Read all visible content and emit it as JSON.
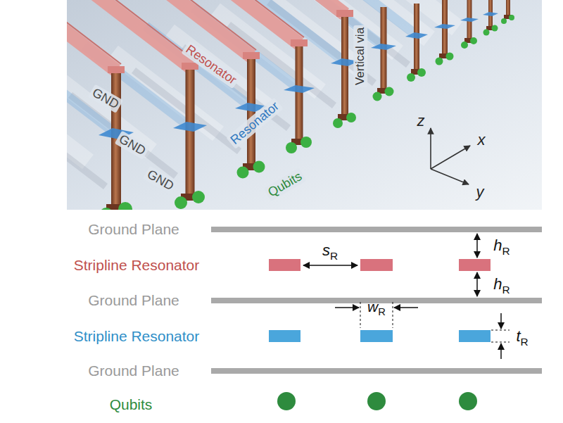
{
  "diagram": {
    "labels": [
      "GND",
      "Resonator",
      "GND",
      "Resonator",
      "Vertical via",
      "GND",
      "Qubits",
      "z",
      "x",
      "y",
      "Ground Plane",
      "Stripline Resonator",
      "sR",
      "hR",
      "hR",
      "Ground Plane",
      "wR",
      "Stripline Resonator",
      "tR",
      "Ground Plane",
      "Qubits"
    ]
  }
}
